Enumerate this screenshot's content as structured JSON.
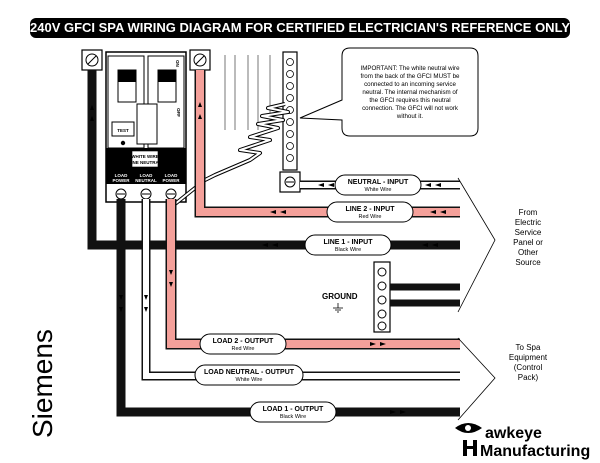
{
  "title": "240V GFCI SPA WIRING DIAGRAM FOR CERTIFIED ELECTRICIAN'S REFERENCE ONLY",
  "callout": {
    "lines": [
      "IMPORTANT: The white neutral wire",
      "from the back of the GFCI MUST be",
      "connected to an incoming service",
      "neutral.  The internal mechanism of",
      "the GFCI requires this neutral",
      "connection.  The GFCI will not work",
      "without it."
    ]
  },
  "breaker": {
    "on_label": "ON",
    "off_label": "OFF",
    "test_label": "TEST",
    "pigtail_label_1": "WHITE WIRE",
    "pigtail_label_2": "LINE NEUTRAL",
    "terminals": [
      {
        "line1": "LOAD",
        "line2": "POWER"
      },
      {
        "line1": "LOAD",
        "line2": "NEUTRAL"
      },
      {
        "line1": "LOAD",
        "line2": "POWER"
      }
    ]
  },
  "wires": [
    {
      "title": "NEUTRAL - INPUT",
      "subtitle": "White Wire"
    },
    {
      "title": "LINE 2 - INPUT",
      "subtitle": "Red Wire"
    },
    {
      "title": "LINE 1 - INPUT",
      "subtitle": "Black Wire"
    },
    {
      "title": "LOAD 2 - OUTPUT",
      "subtitle": "Red Wire"
    },
    {
      "title": "LOAD NEUTRAL - OUTPUT",
      "subtitle": "White Wire"
    },
    {
      "title": "LOAD 1 - OUTPUT",
      "subtitle": "Black Wire"
    }
  ],
  "ground_label": "GROUND",
  "source_label": [
    "From",
    "Electric",
    "Service",
    "Panel or",
    "Other",
    "Source"
  ],
  "spa_label": [
    "To Spa",
    "Equipment",
    "(Control",
    "Pack)"
  ],
  "brand": "Siemens",
  "logo": {
    "line1": "awkeye",
    "line2": "Manufacturing"
  },
  "colors": {
    "title_bg": "#000000",
    "red_wire": "#f4a09a",
    "black_wire": "#111111",
    "white_wire": "#ffffff",
    "panel_bg": "#ffffff"
  }
}
